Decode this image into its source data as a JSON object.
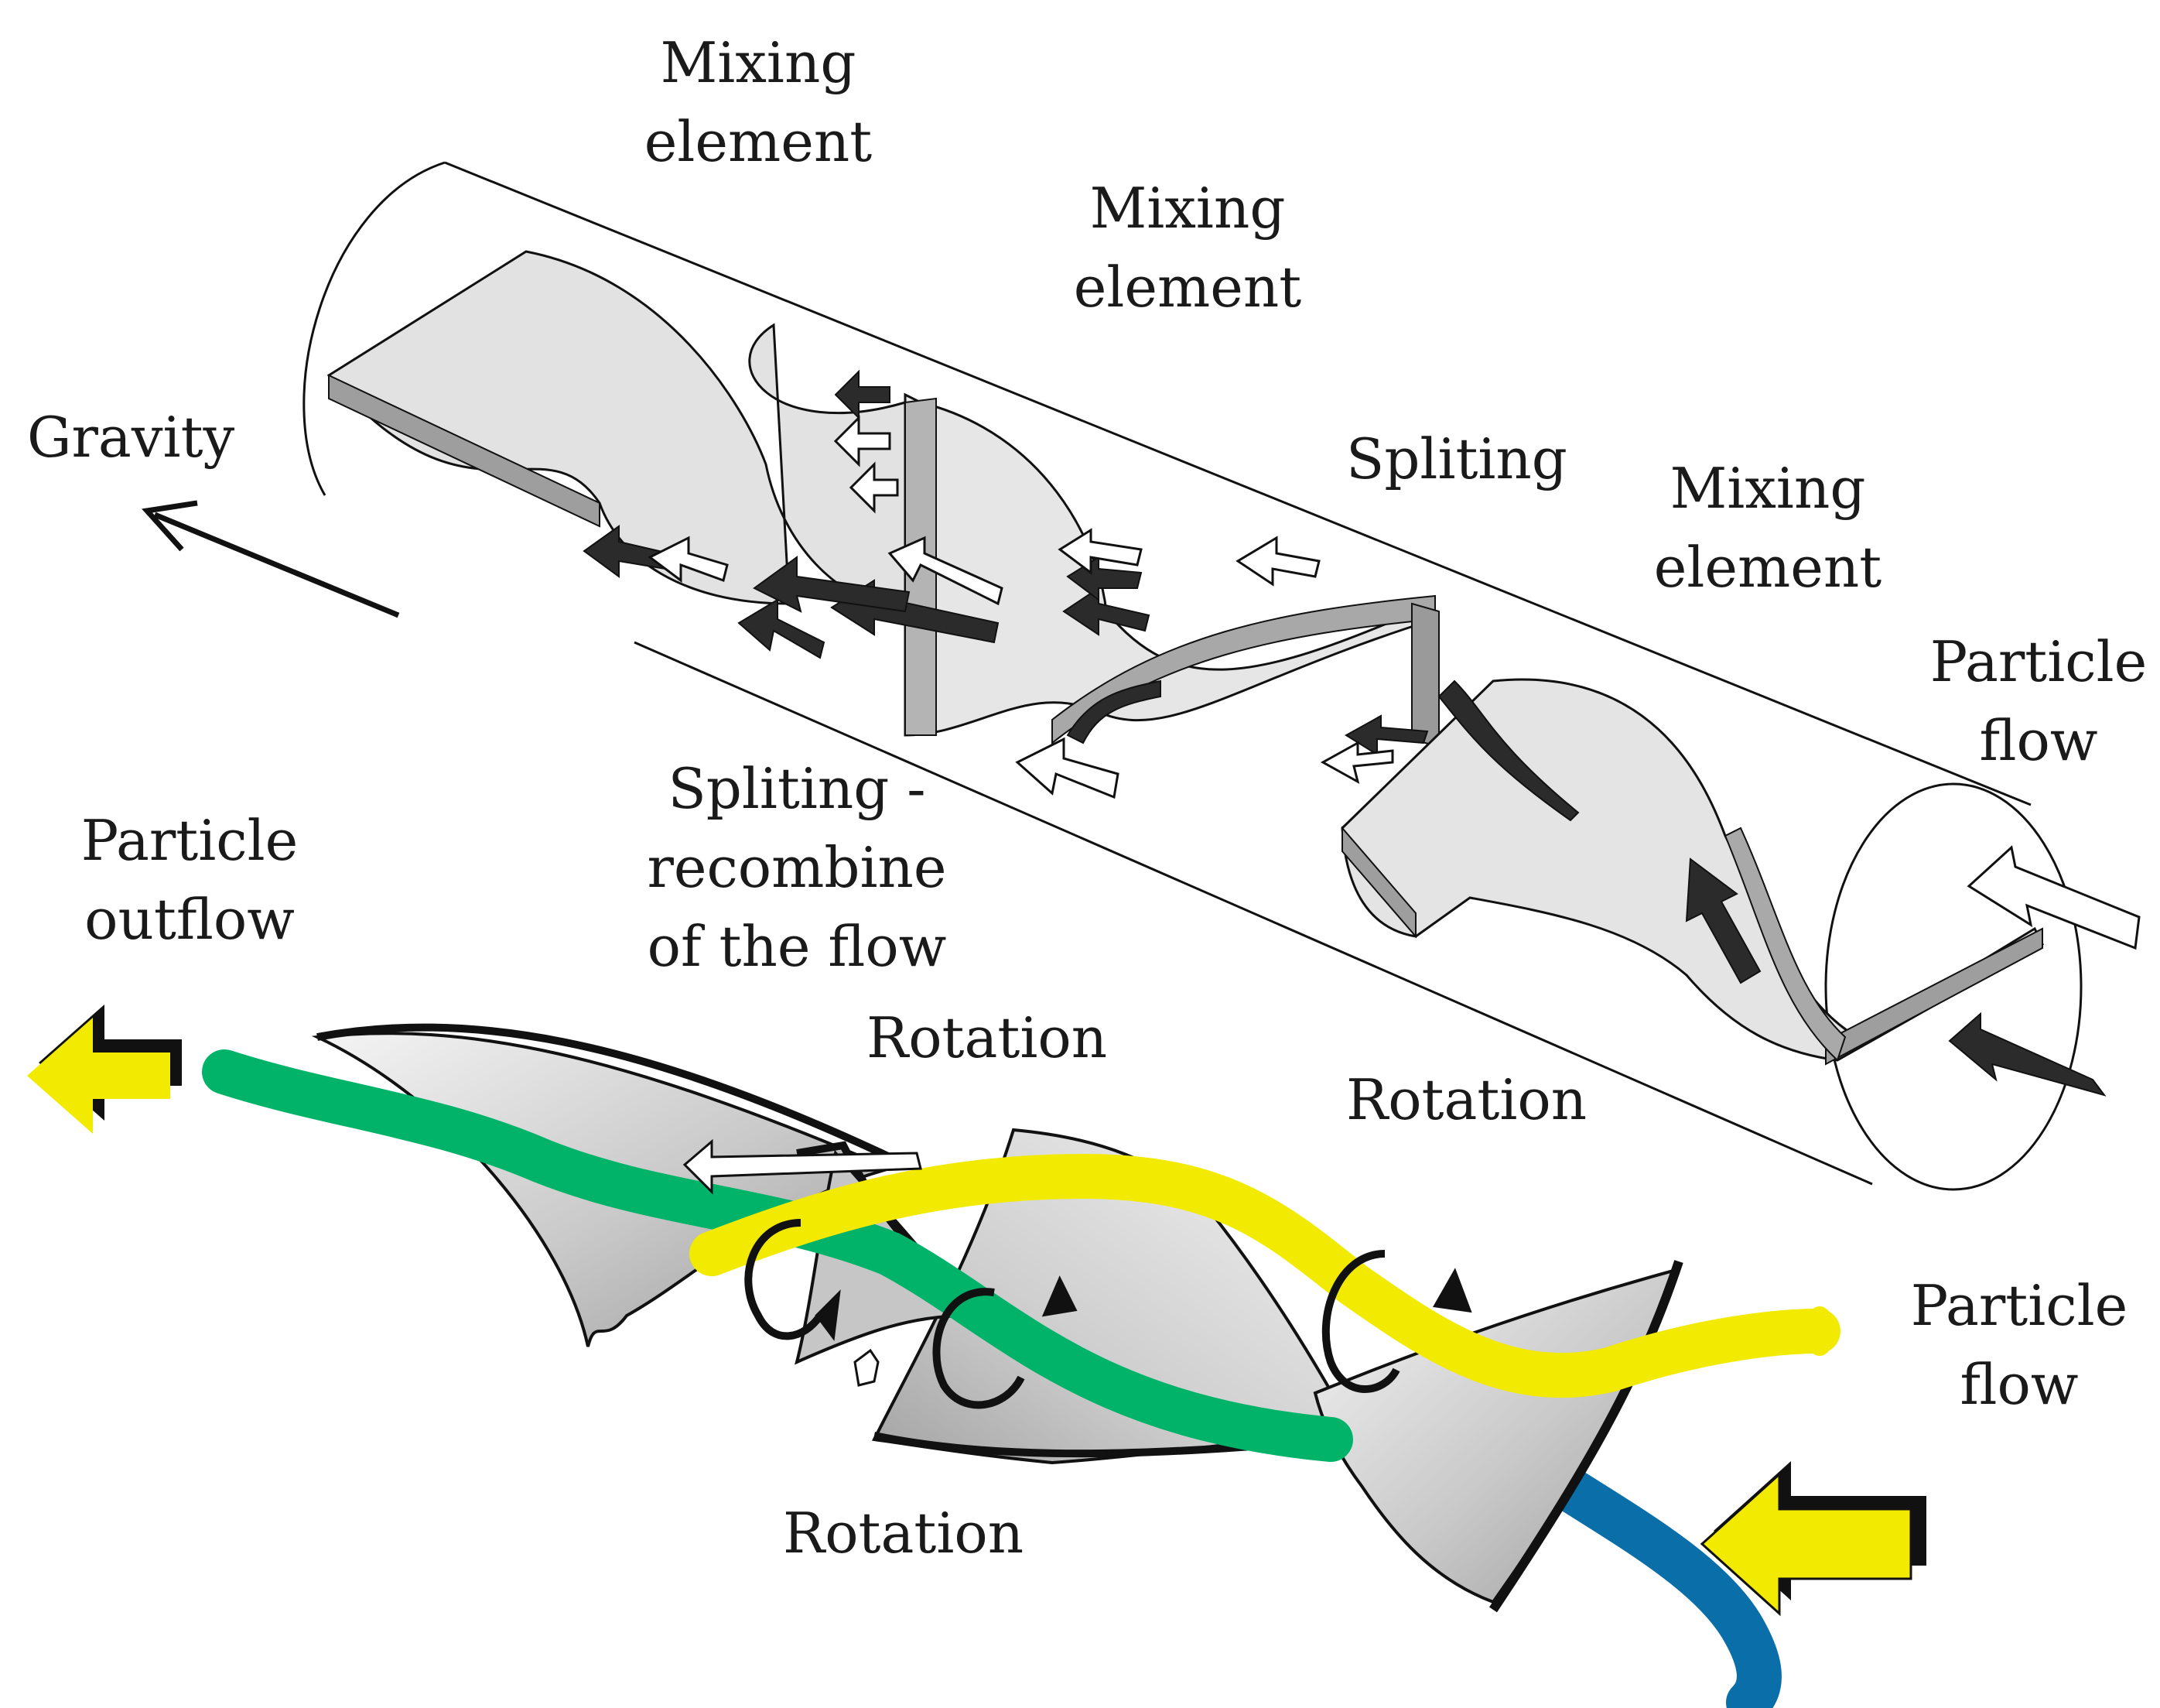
{
  "labels": {
    "mixing_element_1": [
      "Mixing",
      "element"
    ],
    "mixing_element_2": [
      "Mixing",
      "element"
    ],
    "mixing_element_3": [
      "Mixing",
      "element"
    ],
    "gravity": "Gravity",
    "spliting": "Spliting",
    "particle_flow_top": [
      "Particle",
      "flow"
    ],
    "spliting_recombine": [
      "Spliting -",
      "recombine",
      "of the flow"
    ],
    "particle_outflow": [
      "Particle",
      "outflow"
    ],
    "rotation_1": "Rotation",
    "rotation_2": "Rotation",
    "rotation_3": "Rotation",
    "particle_flow_bottom": [
      "Particle",
      "flow"
    ]
  },
  "colors": {
    "stream_yellow": "#f2ea00",
    "stream_green": "#00b368",
    "stream_blue": "#0a6fa8",
    "blade_fill": "#dcdcdc",
    "blade_edge": "#9a9a9a",
    "arrow_dark": "#2b2b2b",
    "outline": "#111111"
  }
}
